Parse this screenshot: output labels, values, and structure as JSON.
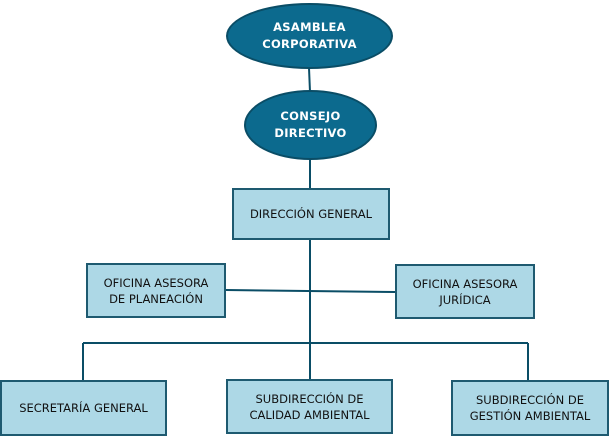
{
  "diagram": {
    "title": "Organigrama",
    "colors": {
      "ellipse_fill": "#0c6a8e",
      "box_fill": "#add8e6",
      "line": "#0a4d66"
    },
    "nodes": {
      "asamblea": {
        "label": "ASAMBLEA\nCORPORATIVA"
      },
      "consejo": {
        "label": "CONSEJO\nDIRECTIVO"
      },
      "direccion": {
        "label": "DIRECCIÓN GENERAL"
      },
      "planeacion": {
        "label": "OFICINA ASESORA\nDE PLANEACIÓN"
      },
      "juridica": {
        "label": "OFICINA ASESORA\nJURÍDICA"
      },
      "secretaria": {
        "label": "SECRETARÍA GENERAL"
      },
      "calidad": {
        "label": "SUBDIRECCIÓN DE\nCALIDAD AMBIENTAL"
      },
      "gestion": {
        "label": "SUBDIRECCIÓN DE\nGESTIÓN AMBIENTAL"
      }
    },
    "edges": [
      [
        "asamblea",
        "consejo"
      ],
      [
        "consejo",
        "direccion"
      ],
      [
        "direccion",
        "planeacion"
      ],
      [
        "direccion",
        "juridica"
      ],
      [
        "direccion",
        "secretaria"
      ],
      [
        "direccion",
        "calidad"
      ],
      [
        "direccion",
        "gestion"
      ]
    ]
  }
}
